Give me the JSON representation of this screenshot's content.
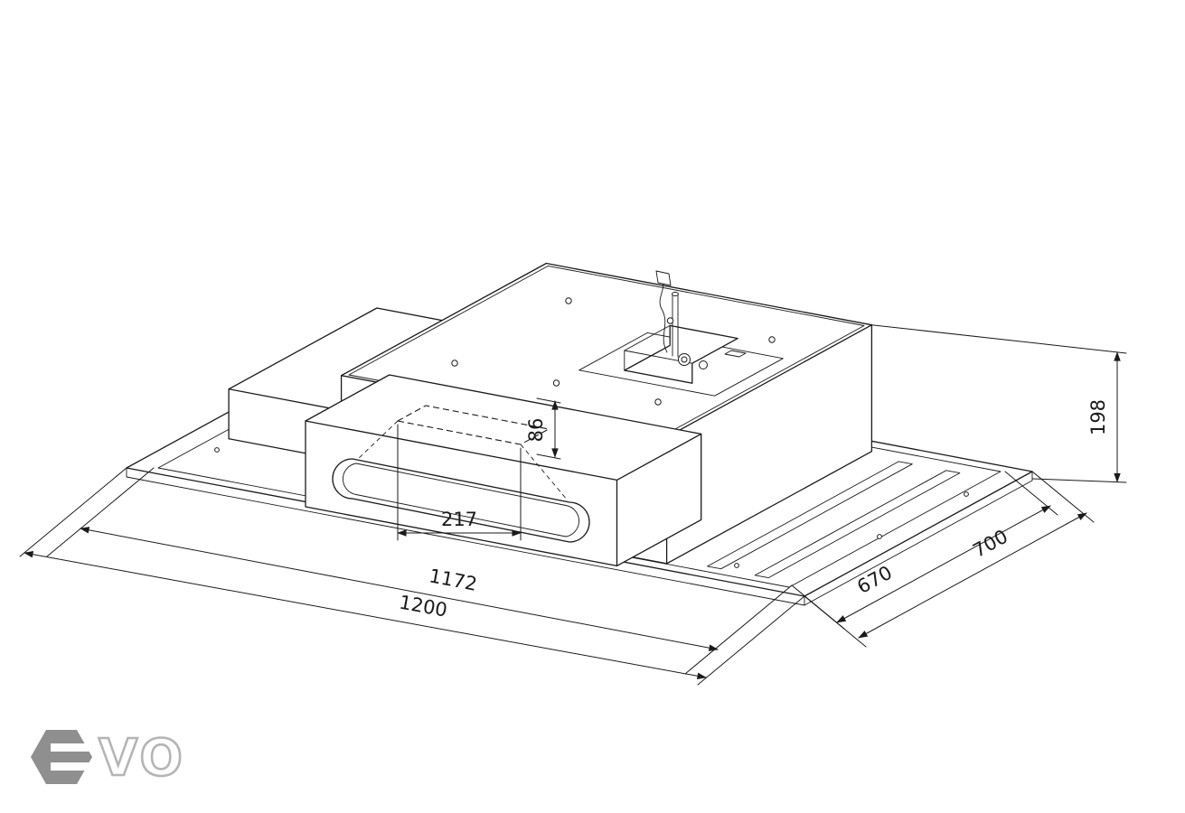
{
  "drawing": {
    "dimensions": {
      "inner_width": "1172",
      "outer_width": "1200",
      "inner_depth": "670",
      "outer_depth": "700",
      "height": "198",
      "duct_width": "217",
      "duct_depth": "86"
    },
    "logo": {
      "text": "VO",
      "emblem_letter": "E"
    },
    "colors": {
      "line": "#1a1a1a",
      "logo_gray": "#8f8f8f",
      "logo_light": "#b5b5b5"
    }
  }
}
